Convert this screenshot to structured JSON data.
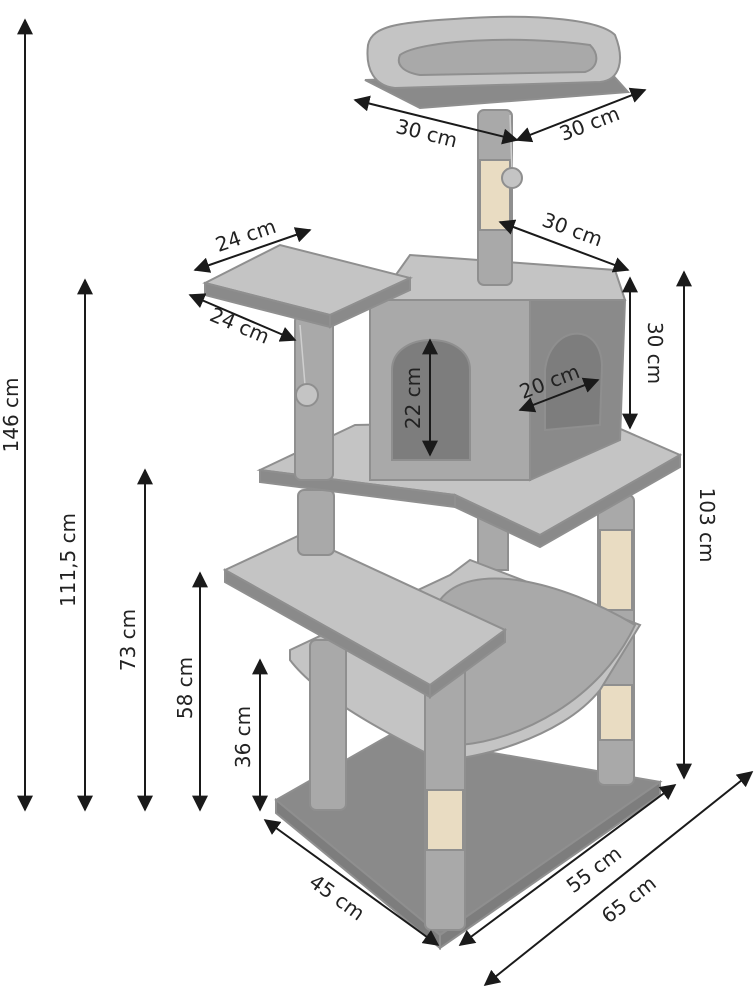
{
  "colors": {
    "plush": "#a9a9a9",
    "plush_light": "#c4c4c4",
    "plush_dark": "#8a8a8a",
    "sisal": "#e9dcc2",
    "arrow": "#1a1a1a",
    "label": "#222222"
  },
  "dimensions": {
    "height_total": "146 cm",
    "height_side_platform": "111,5 cm",
    "height_middle_platform": "73 cm",
    "height_lower_platform": "58 cm",
    "height_hammock": "36 cm",
    "height_right": "103 cm",
    "top_bed_depth": "30 cm",
    "top_bed_width": "30 cm",
    "side_platform_width": "24 cm",
    "side_platform_depth": "24 cm",
    "house_width": "30 cm",
    "house_height": "30 cm",
    "entry_height": "22 cm",
    "entry_width": "20 cm",
    "base_depth": "45 cm",
    "base_width": "55 cm",
    "overall_width": "65 cm"
  }
}
